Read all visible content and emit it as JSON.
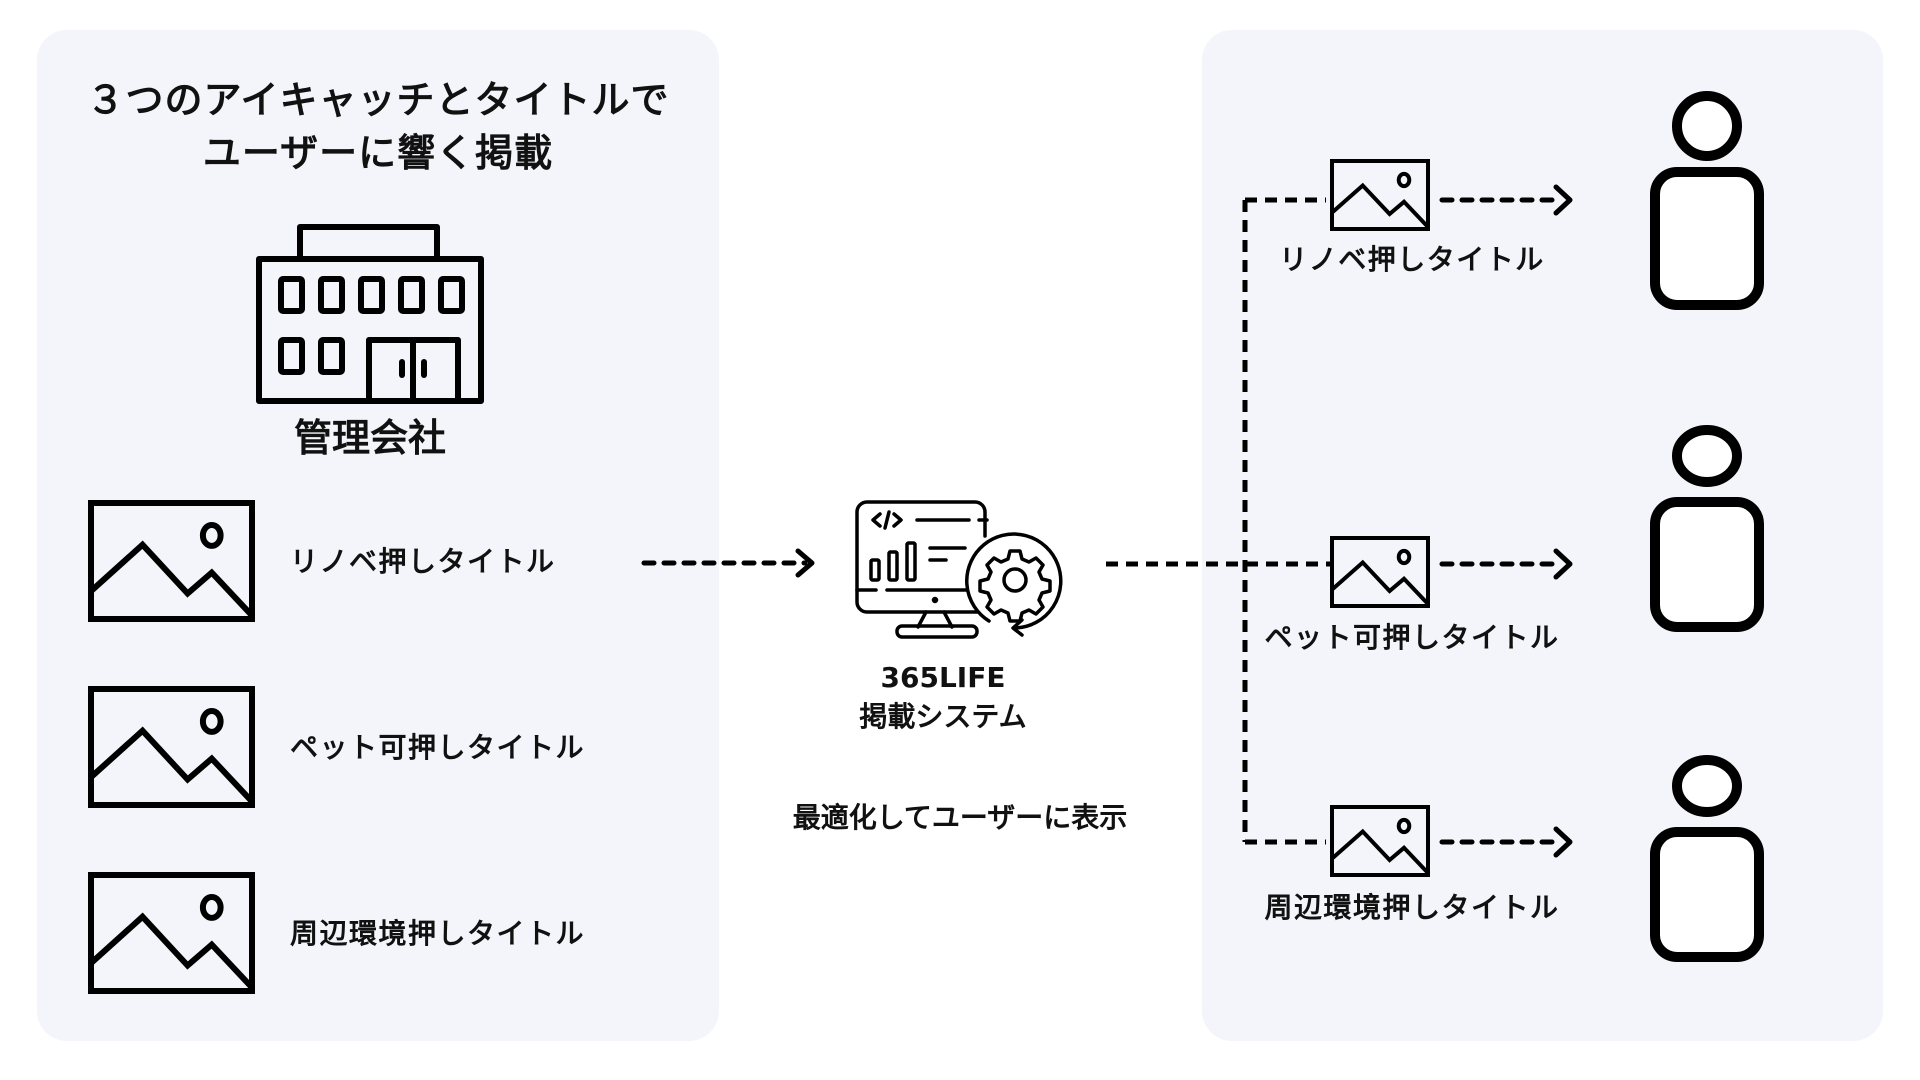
{
  "title": {
    "line1": "３つのアイキャッチとタイトルで",
    "line2": "ユーザーに響く掲載"
  },
  "company": {
    "label": "管理会社",
    "icon": "building-icon"
  },
  "source_items": [
    {
      "label": "リノベ押しタイトル",
      "icon": "image-icon"
    },
    {
      "label": "ペット可押しタイトル",
      "icon": "image-icon"
    },
    {
      "label": "周辺環境押しタイトル",
      "icon": "image-icon"
    }
  ],
  "system": {
    "name": "365LIFE",
    "subtitle": "掲載システム",
    "icon": "monitor-gear-icon",
    "caption": "最適化してユーザーに表示"
  },
  "outputs": [
    {
      "label": "リノベ押しタイトル",
      "icon": "image-icon",
      "target": "user-icon"
    },
    {
      "label": "ペット可押しタイトル",
      "icon": "image-icon",
      "target": "user-icon"
    },
    {
      "label": "周辺環境押しタイトル",
      "icon": "image-icon",
      "target": "user-icon"
    }
  ],
  "colors": {
    "panel_background": "#f4f5fa",
    "page_background": "#ffffff",
    "stroke": "#000000",
    "text": "#111111"
  }
}
